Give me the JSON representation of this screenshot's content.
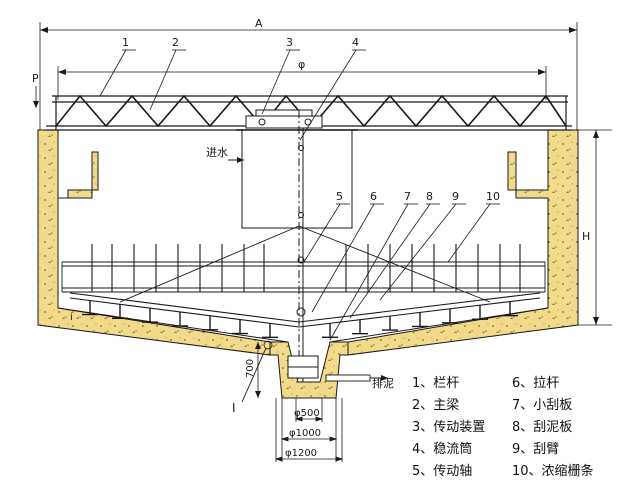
{
  "dims": {
    "A": "A",
    "phi": "φ",
    "P": "P",
    "H": "H",
    "d700": "700",
    "d500": "φ500",
    "d1000": "φ1000",
    "d1200": "φ1200"
  },
  "callouts": [
    "1",
    "2",
    "3",
    "4",
    "5",
    "6",
    "7",
    "8",
    "9",
    "10"
  ],
  "labels": {
    "inlet": "进水",
    "sludge": "排泥",
    "i_mark": "i",
    "detail": "I"
  },
  "legend": [
    [
      "1、栏杆",
      "6、拉杆"
    ],
    [
      "2、主梁",
      "7、小刮板"
    ],
    [
      "3、传动装置",
      "8、刮泥板"
    ],
    [
      "4、稳流筒",
      "9、刮臂"
    ],
    [
      "5、传动轴",
      "10、浓缩栅条"
    ]
  ]
}
